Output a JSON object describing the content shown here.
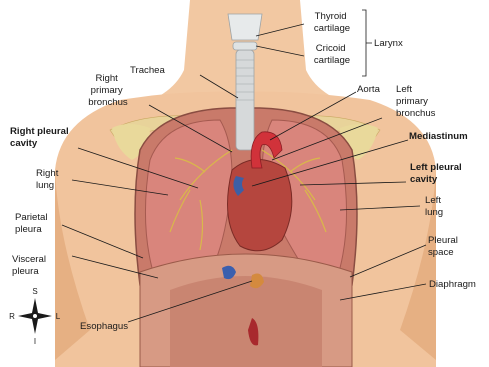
{
  "labels": {
    "thyroid_cartilage": [
      "Thyroid",
      "cartilage"
    ],
    "cricoid_cartilage": [
      "Cricoid",
      "cartilage"
    ],
    "larynx": "Larynx",
    "trachea": "Trachea",
    "right_primary_bronchus": [
      "Right",
      "primary",
      "bronchus"
    ],
    "aorta": "Aorta",
    "left_primary_bronchus": [
      "Left",
      "primary",
      "bronchus"
    ],
    "right_pleural_cavity": [
      "Right pleural",
      "cavity"
    ],
    "mediastinum": "Mediastinum",
    "left_pleural_cavity": [
      "Left pleural",
      "cavity"
    ],
    "right_lung": [
      "Right",
      "lung"
    ],
    "left_lung": [
      "Left",
      "lung"
    ],
    "parietal_pleura": [
      "Parietal",
      "pleura"
    ],
    "pleural_space": [
      "Pleural",
      "space"
    ],
    "visceral_pleura": [
      "Visceral",
      "pleura"
    ],
    "diaphragm": "Diaphragm",
    "esophagus": "Esophagus"
  },
  "compass": {
    "north": "S",
    "south": "I",
    "west": "R",
    "east": "L"
  }
}
